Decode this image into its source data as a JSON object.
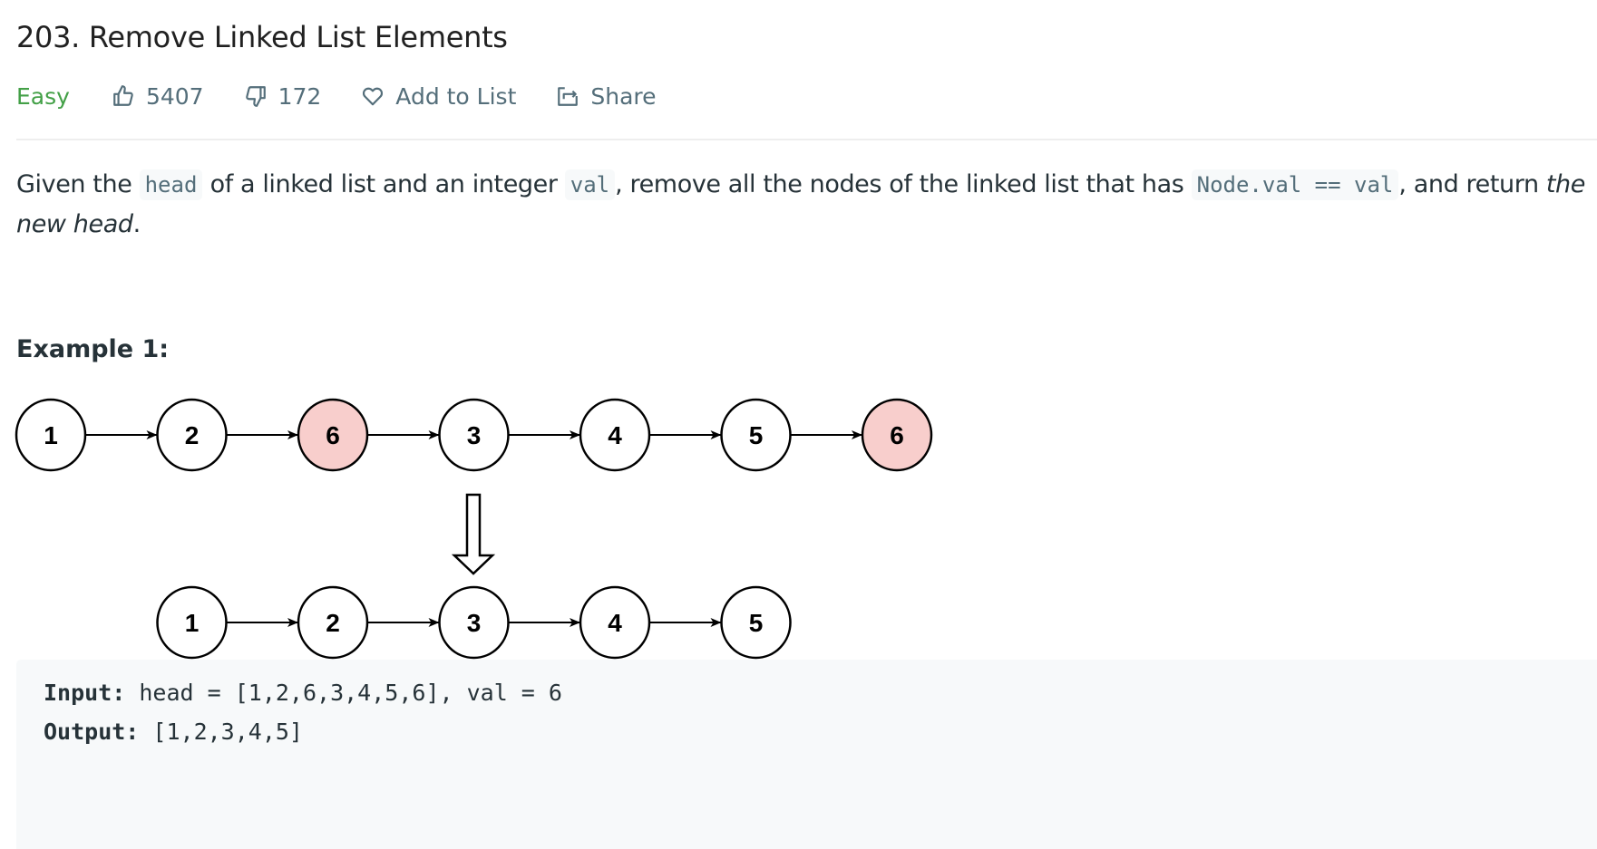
{
  "problem": {
    "title": "203. Remove Linked List Elements",
    "difficulty": "Easy",
    "difficulty_color": "#43a047",
    "likes": "5407",
    "dislikes": "172",
    "add_to_list_label": "Add to List",
    "share_label": "Share",
    "icons": {
      "like": "thumbs-up-icon",
      "dislike": "thumbs-down-icon",
      "add_to_list": "heart-icon",
      "share": "share-icon"
    }
  },
  "description": {
    "p1": "Given the ",
    "code_head": "head",
    "p2": " of a linked list and an integer ",
    "code_val": "val",
    "p3": ", remove all the nodes of the linked list that has ",
    "code_cond": "Node.val == val",
    "p4": ", and return ",
    "em": "the new head",
    "p5": "."
  },
  "example": {
    "title": "Example 1:",
    "diagram": {
      "before": [
        1,
        2,
        6,
        3,
        4,
        5,
        6
      ],
      "after": [
        1,
        2,
        3,
        4,
        5
      ],
      "removed_value": 6,
      "removed_fill": "#f8cecc",
      "normal_fill": "#ffffff"
    },
    "input_label": "Input:",
    "input_value": " head = [1,2,6,3,4,5,6], val = 6",
    "output_label": "Output:",
    "output_value": " [1,2,3,4,5]"
  }
}
